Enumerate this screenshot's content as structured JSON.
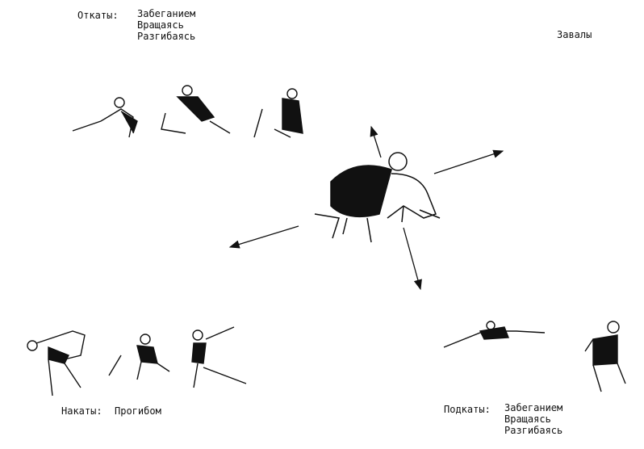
{
  "rollbacks": {
    "title": "Откаты:",
    "items": [
      "Забеганием",
      "Вращаясь",
      "Разгибаясь"
    ]
  },
  "takedowns": {
    "title": "Завалы"
  },
  "rollovers": {
    "title": "Накаты:",
    "items": [
      "Прогибом"
    ]
  },
  "underrolls": {
    "title": "Подкаты:",
    "items": [
      "Забеганием",
      "Вращаясь",
      "Разгибаясь"
    ]
  }
}
